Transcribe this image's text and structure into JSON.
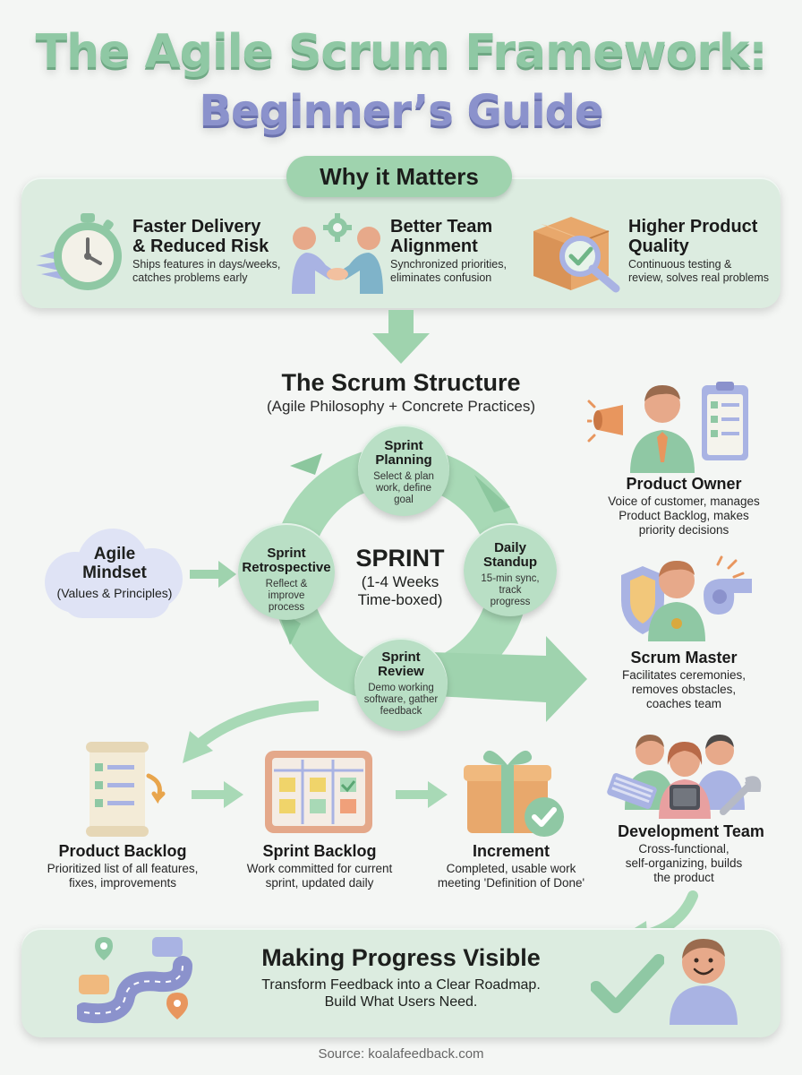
{
  "title": {
    "line1": "The Agile Scrum Framework:",
    "line2": "Beginner’s Guide"
  },
  "why": {
    "heading": "Why it Matters",
    "items": [
      {
        "title_l1": "Faster Delivery",
        "title_l2": "& Reduced Risk",
        "desc_l1": "Ships features in days/weeks,",
        "desc_l2": "catches problems early",
        "icon": "stopwatch-icon"
      },
      {
        "title_l1": "Better Team",
        "title_l2": "Alignment",
        "desc_l1": "Synchronized priorities,",
        "desc_l2": "eliminates confusion",
        "icon": "handshake-icon"
      },
      {
        "title_l1": "Higher Product",
        "title_l2": "Quality",
        "desc_l1": "Continuous testing &",
        "desc_l2": "review, solves real problems",
        "icon": "quality-box-icon"
      }
    ]
  },
  "structure": {
    "title": "The Scrum Structure",
    "subtitle": "(Agile Philosophy + Concrete Practices)"
  },
  "mindset": {
    "title_l1": "Agile",
    "title_l2": "Mindset",
    "sub": "(Values & Principles)"
  },
  "sprint": {
    "title": "SPRINT",
    "sub_l1": "(1-4 Weeks",
    "sub_l2": "Time-boxed)"
  },
  "events": {
    "planning": {
      "t1": "Sprint",
      "t2": "Planning",
      "d1": "Select & plan",
      "d2": "work, define",
      "d3": "goal"
    },
    "standup": {
      "t1": "Daily",
      "t2": "Standup",
      "d1": "15-min sync,",
      "d2": "track",
      "d3": "progress"
    },
    "review": {
      "t1": "Sprint",
      "t2": "Review",
      "d1": "Demo working",
      "d2": "software, gather",
      "d3": "feedback"
    },
    "retro": {
      "t1": "Sprint",
      "t2": "Retrospective",
      "d1": "Reflect &",
      "d2": "improve",
      "d3": "process"
    }
  },
  "roles": {
    "po": {
      "title": "Product Owner",
      "d1": "Voice of customer, manages",
      "d2": "Product Backlog, makes",
      "d3": "priority decisions",
      "icon": "megaphone-person-icon"
    },
    "sm": {
      "title": "Scrum Master",
      "d1": "Facilitates ceremonies,",
      "d2": "removes obstacles,",
      "d3": "coaches team",
      "icon": "whistle-shield-person-icon"
    },
    "dev": {
      "title": "Development Team",
      "d1": "Cross-functional,",
      "d2": "self-organizing, builds",
      "d3": "the product",
      "icon": "team-tools-icon"
    }
  },
  "artifacts": {
    "pb": {
      "title": "Product Backlog",
      "d1": "Prioritized list of all features,",
      "d2": "fixes, improvements",
      "icon": "scroll-list-icon"
    },
    "sb": {
      "title": "Sprint Backlog",
      "d1": "Work committed for current",
      "d2": "sprint, updated daily",
      "icon": "task-board-icon"
    },
    "inc": {
      "title": "Increment",
      "d1": "Completed, usable work",
      "d2": "meeting 'Definition of Done'",
      "icon": "gift-check-icon"
    }
  },
  "progress": {
    "title": "Making Progress Visible",
    "d1": "Transform Feedback into a Clear Roadmap.",
    "d2": "Build What Users Need."
  },
  "source": "Source: koalafeedback.com",
  "colors": {
    "green": "#9fd3ae",
    "purple": "#8b92cc",
    "panel": "#dcece0"
  }
}
